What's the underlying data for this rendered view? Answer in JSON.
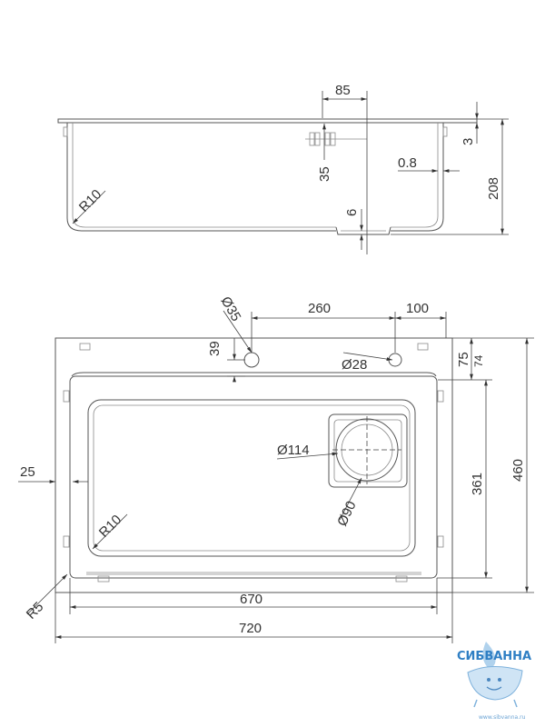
{
  "side_view": {
    "dims": {
      "d85": "85",
      "d3": "3",
      "d208": "208",
      "d35": "35",
      "d0_8": "0.8",
      "dR10": "R10",
      "d6": "6"
    }
  },
  "top_view": {
    "dims": {
      "d35": "Ø35",
      "d260": "260",
      "d100": "100",
      "d39": "39",
      "d28": "Ø28",
      "d75": "75",
      "d74": "74",
      "d460": "460",
      "d114": "Ø114",
      "d25": "25",
      "d361": "361",
      "d90": "Ø90",
      "dR10": "R10",
      "dR5": "R5",
      "d670": "670",
      "d720": "720"
    }
  },
  "watermark": {
    "brand": "СИБВАННА",
    "url": "www.sibvanna.ru",
    "color": "#2f7fc4"
  }
}
